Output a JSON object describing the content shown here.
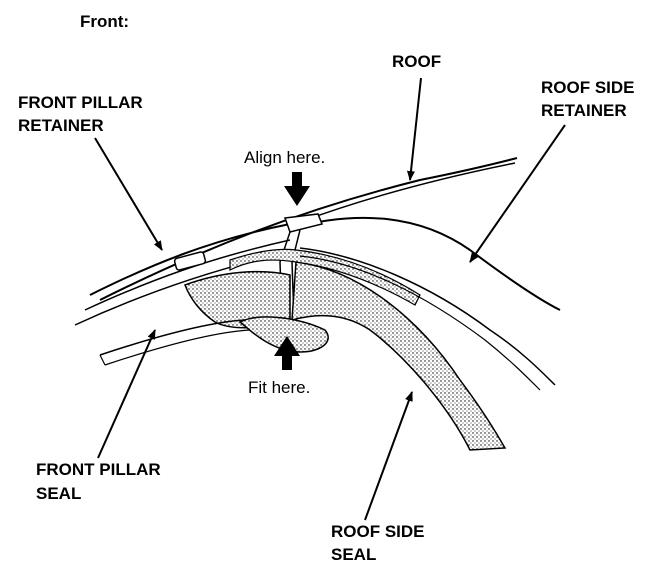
{
  "header": {
    "title": "Front:"
  },
  "labels": {
    "roof": "ROOF",
    "roof_side_retainer_1": "ROOF SIDE",
    "roof_side_retainer_2": "RETAINER",
    "front_pillar_retainer_1": "FRONT PILLAR",
    "front_pillar_retainer_2": "RETAINER",
    "align_here": "Align here.",
    "fit_here": "Fit here.",
    "front_pillar_seal_1": "FRONT PILLAR",
    "front_pillar_seal_2": "SEAL",
    "roof_side_seal_1": "ROOF SIDE",
    "roof_side_seal_2": "SEAL"
  }
}
